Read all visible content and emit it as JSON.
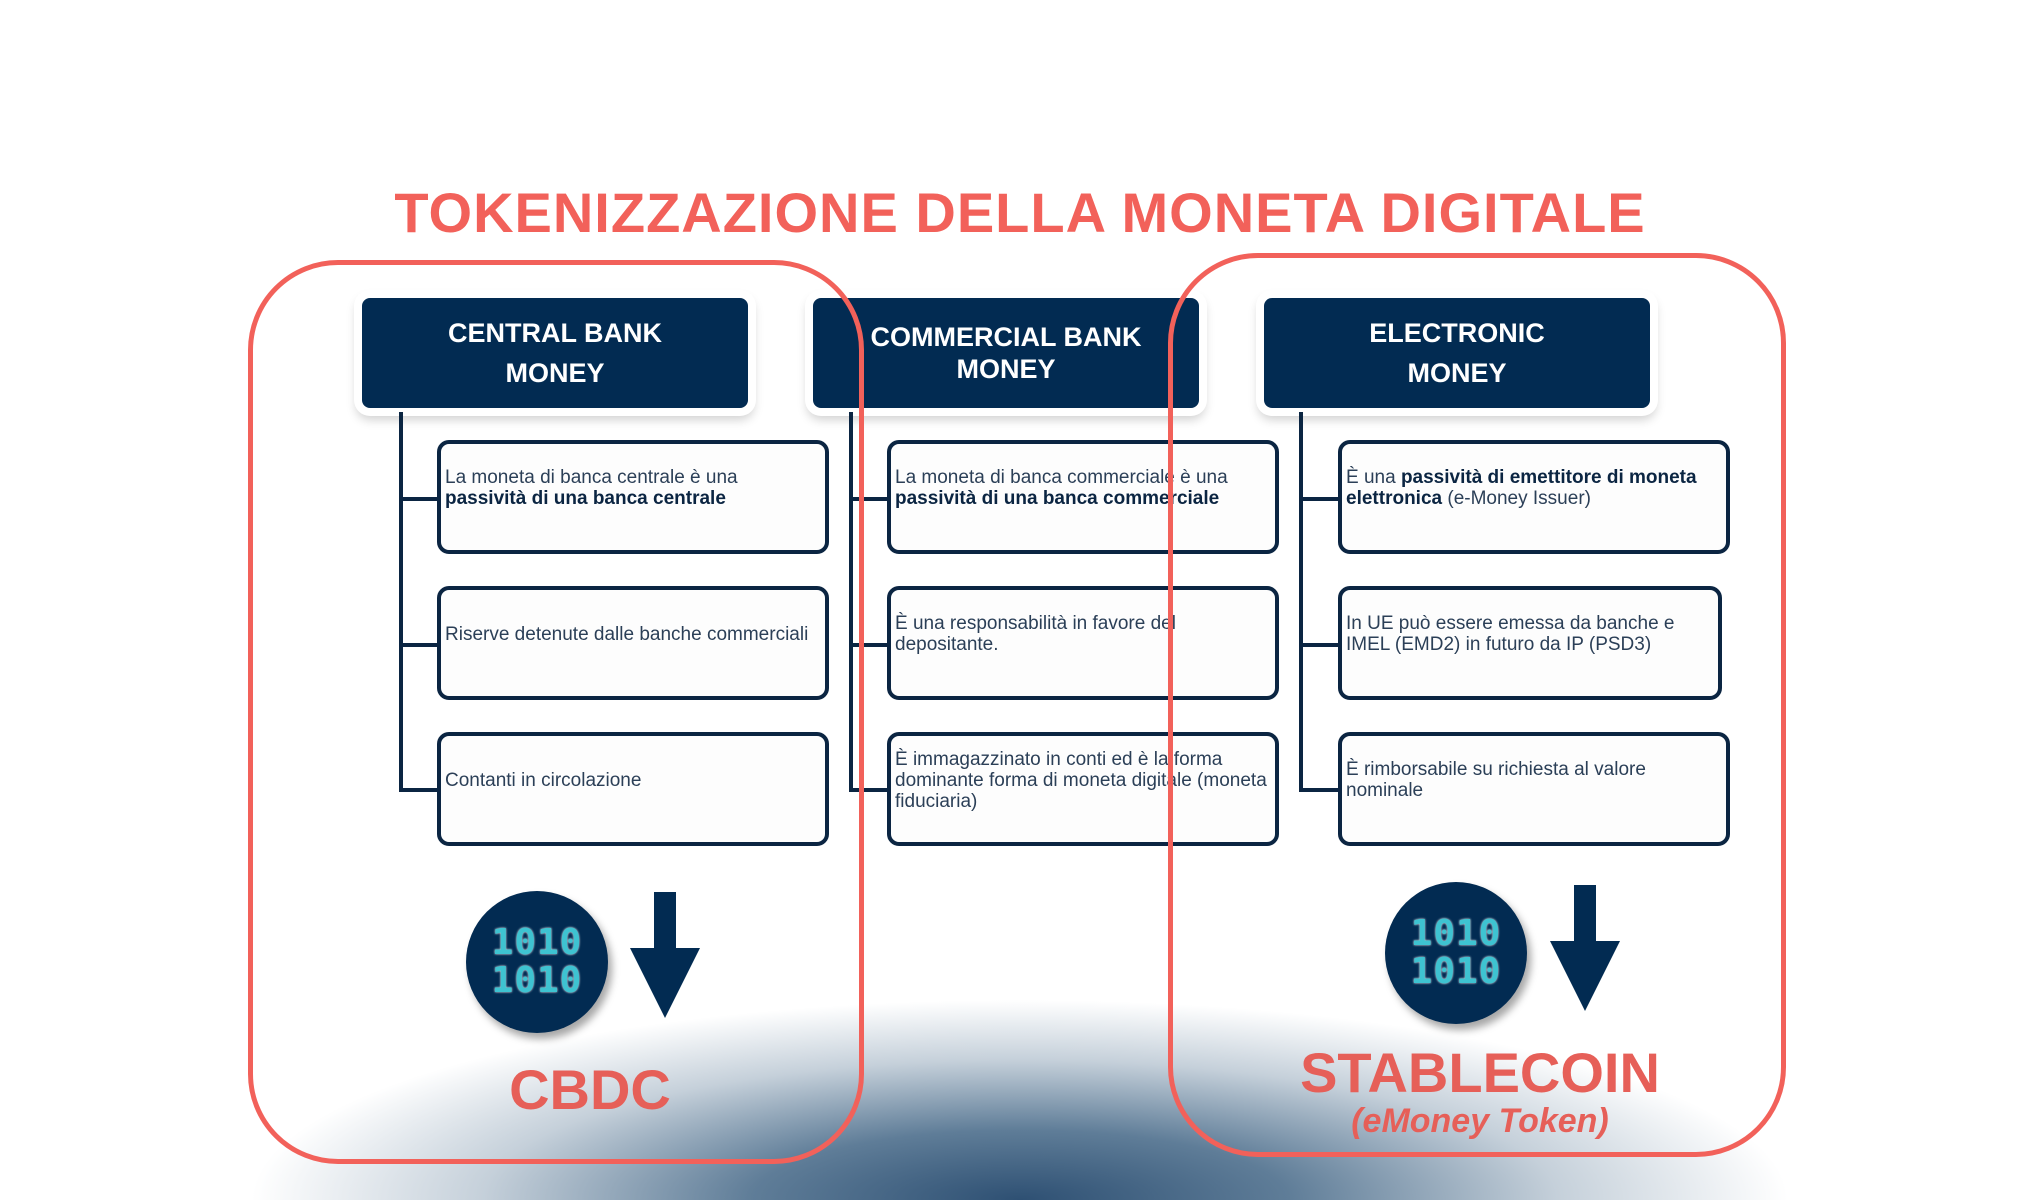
{
  "title": "TOKENIZZAZIONE DELLA MONETA DIGITALE",
  "colors": {
    "accent": "#f2615a",
    "navy": "#022b52",
    "binary": "#3ec3d1"
  },
  "columns": [
    {
      "header_line1": "CENTRAL BANK",
      "header_line2": "MONEY",
      "items": [
        {
          "pre": "La moneta di banca centrale è una ",
          "bold": "passività di una banca centrale",
          "post": ""
        },
        {
          "pre": "Riserve detenute dalle banche commerciali",
          "bold": "",
          "post": ""
        },
        {
          "pre": "Contanti in circolazione",
          "bold": "",
          "post": ""
        }
      ]
    },
    {
      "header_line1": "COMMERCIAL BANK",
      "header_line2": "MONEY",
      "items": [
        {
          "pre": "La moneta di banca commerciale è una ",
          "bold": "passività di una banca commerciale",
          "post": ""
        },
        {
          "pre": "È una responsabilità in favore del depositante.",
          "bold": "",
          "post": ""
        },
        {
          "pre": "È immagazzinato in conti ed è la forma dominante forma di moneta digitale (moneta fiduciaria)",
          "bold": "",
          "post": ""
        }
      ]
    },
    {
      "header_line1": "ELECTRONIC",
      "header_line2": "MONEY",
      "items": [
        {
          "pre": "È una ",
          "bold": "passività di emettitore di moneta elettronica",
          "post": " (e-Money Issuer)"
        },
        {
          "pre": "In UE può essere emessa da banche e IMEL (EMD2) in futuro da IP (PSD3)",
          "bold": "",
          "post": ""
        },
        {
          "pre": "È rimborsabile su richiesta al valore nominale",
          "bold": "",
          "post": ""
        }
      ]
    }
  ],
  "outcomes": {
    "cbdc": {
      "icon": "binary-coin-icon",
      "binary_line1": "1010",
      "binary_line2": "1010",
      "label": "CBDC"
    },
    "stablecoin": {
      "icon": "binary-coin-icon",
      "binary_line1": "1010",
      "binary_line2": "1010",
      "label": "STABLECOIN",
      "sublabel": "(eMoney Token)"
    }
  }
}
